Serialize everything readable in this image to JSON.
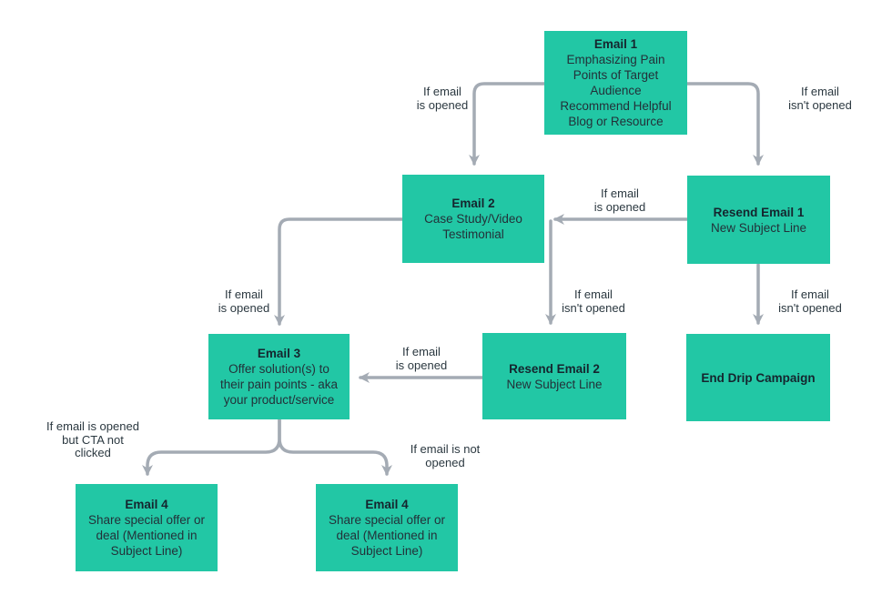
{
  "diagram": {
    "title_hint": "Email drip campaign flowchart",
    "background_color": "#ffffff",
    "accent_color": "#22c7a5",
    "connector_color": "#a4abb4",
    "node_text_color": "#1e2b33"
  },
  "nodes": {
    "email1": {
      "title": "Email 1",
      "body": "Emphasizing Pain\nPoints of Target\nAudience\nRecommend Helpful\nBlog or Resource"
    },
    "email2": {
      "title": "Email 2",
      "body": "Case Study/Video\nTestimonial"
    },
    "resend_email1": {
      "title": "Resend Email 1",
      "body": "New Subject Line"
    },
    "email3": {
      "title": "Email 3",
      "body": "Offer solution(s) to\ntheir pain points - aka\nyour product/service"
    },
    "resend_email2": {
      "title": "Resend Email 2",
      "body": "New Subject Line"
    },
    "end_drip": {
      "title": "End Drip Campaign",
      "body": ""
    },
    "email4_left": {
      "title": "Email 4",
      "body": "Share special offer or\ndeal (Mentioned in\nSubject Line)"
    },
    "email4_right": {
      "title": "Email 4",
      "body": "Share special offer or\ndeal (Mentioned in\nSubject Line)"
    }
  },
  "edge_labels": {
    "e1_e2": "If email\nis opened",
    "e1_re1": "If email\nisn't opened",
    "re1_e2": "If email\nis opened",
    "e2_e3": "If email\nis opened",
    "e2_re2": "If email\nisn't opened",
    "re1_end": "If email\nisn't opened",
    "re2_e3": "If email\nis opened",
    "e3_e4a": "If email is opened\nbut CTA not\nclicked",
    "e3_e4b": "If email is not\nopened"
  }
}
